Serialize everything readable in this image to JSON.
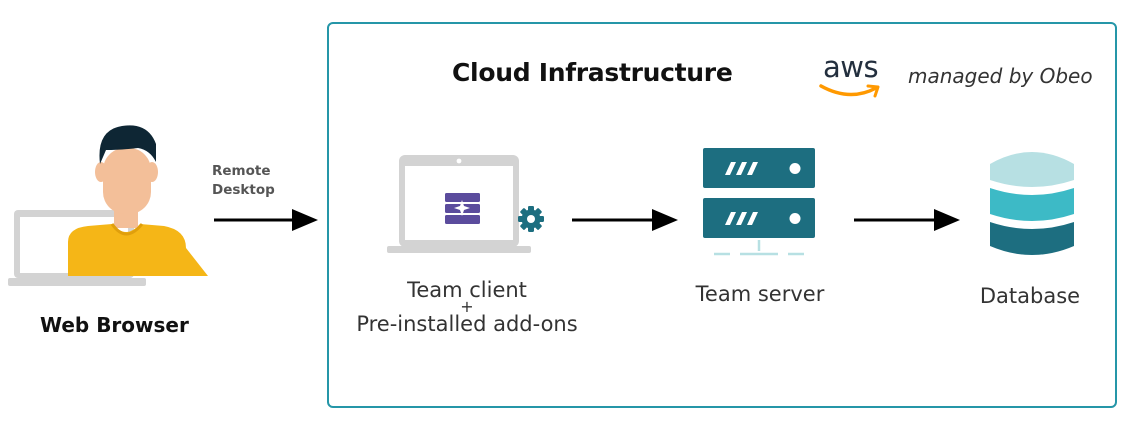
{
  "cloud": {
    "title": "Cloud Infrastructure",
    "aws_logo_text": "aws",
    "managed_by": "managed by Obeo"
  },
  "user": {
    "remote_desktop_line1": "Remote",
    "remote_desktop_line2": "Desktop",
    "label": "Web Browser"
  },
  "nodes": {
    "client_line1": "Team client",
    "client_plus": "+",
    "client_line2": "Pre-installed add-ons",
    "server": "Team server",
    "database": "Database"
  },
  "colors": {
    "border_teal": "#2596a8",
    "dark_teal": "#1d6e80",
    "mid_teal": "#3dbac6",
    "light_teal": "#b7e0e3",
    "shirt_yellow": "#f5b617",
    "aws_orange": "#ff9900",
    "purple": "#5b4c9d"
  }
}
